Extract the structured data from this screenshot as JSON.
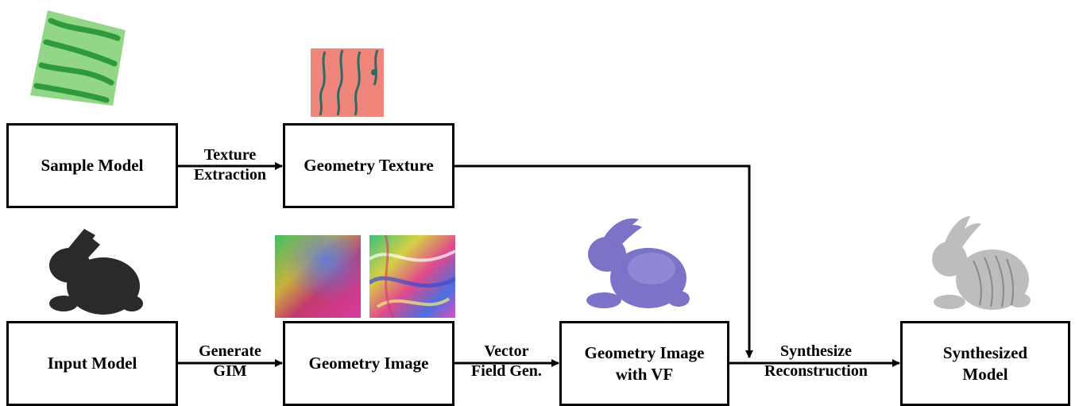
{
  "boxes": {
    "sample_model": "Sample Model",
    "geometry_texture": "Geometry Texture",
    "input_model": "Input Model",
    "geometry_image": "Geometry Image",
    "geometry_image_vf_line1": "Geometry Image",
    "geometry_image_vf_line2": "with VF",
    "synthesized_line1": "Synthesized",
    "synthesized_line2": "Model"
  },
  "edges": {
    "texture_extraction_line1": "Texture",
    "texture_extraction_line2": "Extraction",
    "generate_gim_line1": "Generate",
    "generate_gim_line2": "GIM",
    "vector_field_line1": "Vector",
    "vector_field_line2": "Field Gen.",
    "synthesize_line1": "Synthesize",
    "synthesize_line2": "Reconstruction"
  },
  "colors": {
    "texture_sample_bg": "#86d27a",
    "texture_sample_stripe": "#2e9a3a",
    "geometry_texture_bg": "#f0857c",
    "geometry_texture_stroke": "#2f6a63",
    "input_bunny": "#2a2a2a",
    "vf_bunny": "#7b73c8",
    "synth_bunny": "#bdbdbd"
  }
}
